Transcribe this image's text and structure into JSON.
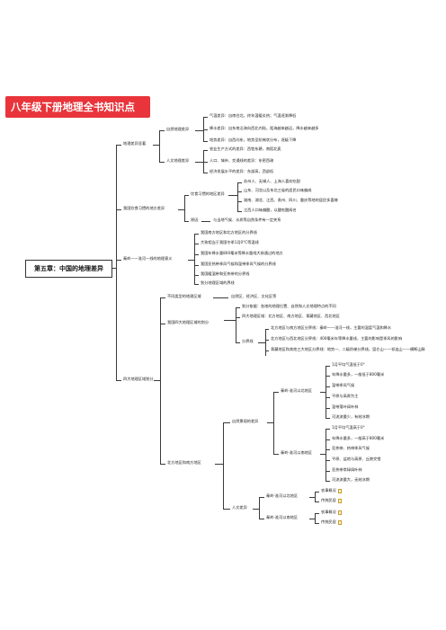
{
  "title": "八年级下册地理全书知识点",
  "root": "第五章：中国的地理差异",
  "nodes": {
    "b1": "地理差异显著",
    "b1_1": "自然地理差异",
    "b1_1_1": "气温差异：自南往北，终年温暖炎热；气温逐渐降低",
    "b1_1_2": "降水差异：自东南沿海向西北内陆，距海越来越远，降水越来越多",
    "b1_1_3": "地势差异：自西向东，地势呈阶梯状分布，逐级下降",
    "b1_2": "人文地理差异",
    "b1_2_1": "农业生产方式的差异：西牧东耕，南稻北麦",
    "b1_2_2": "人口、城市、交通线的差异：东密西疏",
    "b1_2_3": "经济发展水平的差异：东部高，西部低",
    "b2": "我国饮食习惯的地方差异",
    "b2_1": "饮食习惯的地区差异",
    "b2_1_1": "苏州人、无锡人、上海人喜欢吃甜",
    "b2_1_2": "山东、河北以及东北三省的居民口味偏咸",
    "b2_1_3": "湖南、湖北、江西、贵州、四川、重庆等地的居民多喜辣",
    "b2_1_4": "江西人口味偏酸，以酸吃酸闻名",
    "b2_2": "原因",
    "b2_2_1": "与当地气候、水质等自然条件有一定关系",
    "b3": "秦岭——淮河一线的地理意义",
    "b3_1": "我国南方地区和北方地区的分界线",
    "b3_2": "大致相当于我国冬季1月0°C等温线",
    "b3_3": "我国年降水量800毫米等降水量线大致通过的地方",
    "b3_4": "我国亚热带季风气候和温带季风气候的分界线",
    "b3_5": "我国暖温带和亚热带的分界线",
    "b3_6": "划分地理区域的界线",
    "b4": "四大地理区域划分",
    "b4_1": "不同类型的地理区域",
    "b4_1_1": "自然区、经济区、文化区等",
    "b4_2": "我国四大地理区域的划分",
    "b4_2_1": "划分依据：各地的地理位置、自然和人文地理特点的不同",
    "b4_2_2": "四大地理区域：北方地区、南方地区、青藏地区、西北地区",
    "b4_2_3": "分界线",
    "b4_2_3_1": "北方地区与南方地区分界线：秦岭——淮河一线，主要的温度气温和降水",
    "b4_2_3_2": "北方地区与西北地区分界线：400毫米年等降水量线，主要的影响是季风的影响",
    "b4_2_3_3": "青藏地区和其他三大地区分界线：地势一、二级阶梯分界线，昆仑山——祁连山——横断山脉",
    "b5": "北方地区和南方地区",
    "b5_1": "自然景观的差异",
    "b5_1_1": "秦岭-淮河以北地区",
    "n1": "1月平均气温低于0°",
    "n2": "年降水量多，一般低于800毫米",
    "n3": "温带季风气候",
    "n4": "平原与高原为主",
    "n5": "温带落叶阔叶林",
    "n6": "河流流量少，有结冰期",
    "b5_1_2": "秦岭-淮河以南地区",
    "s1": "1月平均气温高于0°",
    "s2": "年降水量多，一般高于800毫米",
    "s3": "亚热带、热带季风气候",
    "s4": "平原、盆地与高原、丘陵交错",
    "s5": "亚热带常绿阔叶林",
    "s6": "河流流量大，无结冰期",
    "b5_2": "人文差异",
    "b5_2_1": "秦岭-淮河以北地区",
    "h1": "农事概况",
    "h2": "传统民居",
    "b5_2_2": "秦岭-淮河以南地区",
    "h3": "农事概况",
    "h4": "传统民居"
  }
}
